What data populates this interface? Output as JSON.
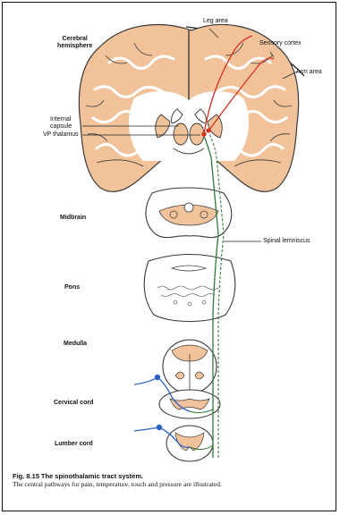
{
  "labels": {
    "leg_area": "Leg area",
    "sensory_cortex": "Sensory cortex",
    "arm_area": "Arm area",
    "cerebral_hemisphere": "Cerebral\nhemisphere",
    "internal_capsule": "Internal\ncapsule",
    "vp_thalamus": "VP thalamus",
    "midbrain": "Midbrain",
    "spinal_lemniscus": "Spinal lemniscus",
    "pons": "Pons",
    "medulla": "Medulla",
    "cervical_cord": "Cervical cord",
    "lumber_cord": "Lumber cord"
  },
  "caption": {
    "number": "Fig. 8.15",
    "title": "The spinothalamic tract system.",
    "text": "The central pathways for pain, temperature, touch and pressure are illustrated."
  },
  "colors": {
    "tissue": "#f2c39a",
    "outline": "#3a3a3a",
    "tract_green": "#2f7a3a",
    "tract_red": "#d8301f",
    "nerve_blue": "#2a5fc7"
  }
}
